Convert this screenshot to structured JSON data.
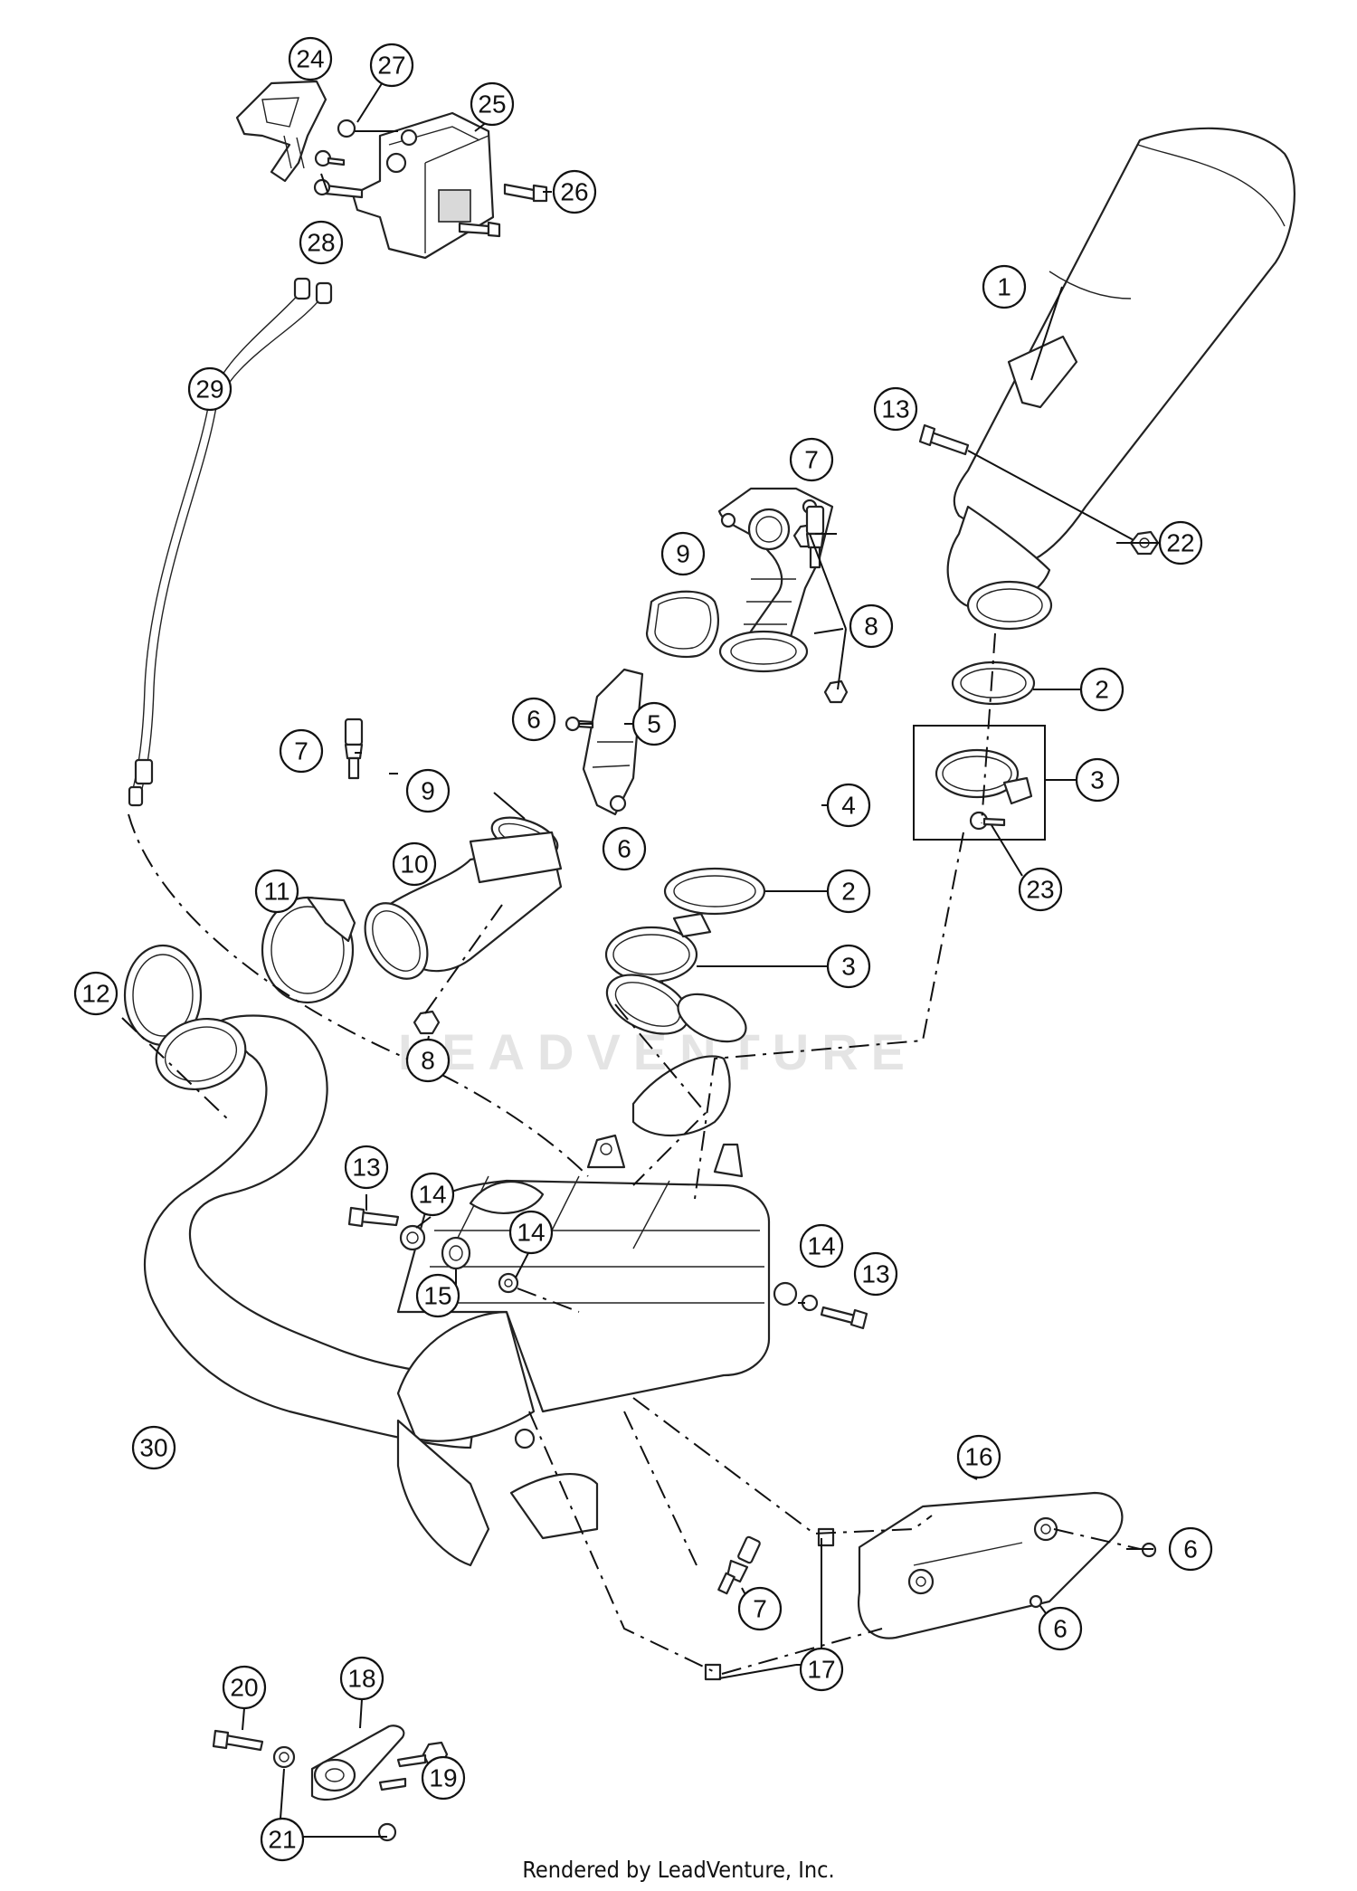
{
  "footer": {
    "text": "Rendered by LeadVenture, Inc."
  },
  "watermark": {
    "text": "LEADVENTURE"
  },
  "callouts": [
    {
      "id": "c1",
      "label": "1"
    },
    {
      "id": "c2a",
      "label": "2"
    },
    {
      "id": "c2b",
      "label": "2"
    },
    {
      "id": "c3a",
      "label": "3"
    },
    {
      "id": "c3b",
      "label": "3"
    },
    {
      "id": "c4",
      "label": "4"
    },
    {
      "id": "c5",
      "label": "5"
    },
    {
      "id": "c6a",
      "label": "6"
    },
    {
      "id": "c6b",
      "label": "6"
    },
    {
      "id": "c6c",
      "label": "6"
    },
    {
      "id": "c6d",
      "label": "6"
    },
    {
      "id": "c7a",
      "label": "7"
    },
    {
      "id": "c7b",
      "label": "7"
    },
    {
      "id": "c7c",
      "label": "7"
    },
    {
      "id": "c8a",
      "label": "8"
    },
    {
      "id": "c8b",
      "label": "8"
    },
    {
      "id": "c9a",
      "label": "9"
    },
    {
      "id": "c9b",
      "label": "9"
    },
    {
      "id": "c10",
      "label": "10"
    },
    {
      "id": "c11",
      "label": "11"
    },
    {
      "id": "c12",
      "label": "12"
    },
    {
      "id": "c13a",
      "label": "13"
    },
    {
      "id": "c13b",
      "label": "13"
    },
    {
      "id": "c13c",
      "label": "13"
    },
    {
      "id": "c14a",
      "label": "14"
    },
    {
      "id": "c14b",
      "label": "14"
    },
    {
      "id": "c14c",
      "label": "14"
    },
    {
      "id": "c15",
      "label": "15"
    },
    {
      "id": "c16",
      "label": "16"
    },
    {
      "id": "c17",
      "label": "17"
    },
    {
      "id": "c18",
      "label": "18"
    },
    {
      "id": "c19",
      "label": "19"
    },
    {
      "id": "c20",
      "label": "20"
    },
    {
      "id": "c21",
      "label": "21"
    },
    {
      "id": "c22",
      "label": "22"
    },
    {
      "id": "c23",
      "label": "23"
    },
    {
      "id": "c24",
      "label": "24"
    },
    {
      "id": "c25",
      "label": "25"
    },
    {
      "id": "c26",
      "label": "26"
    },
    {
      "id": "c27",
      "label": "27"
    },
    {
      "id": "c28",
      "label": "28"
    },
    {
      "id": "c29",
      "label": "29"
    },
    {
      "id": "c30",
      "label": "30"
    }
  ]
}
